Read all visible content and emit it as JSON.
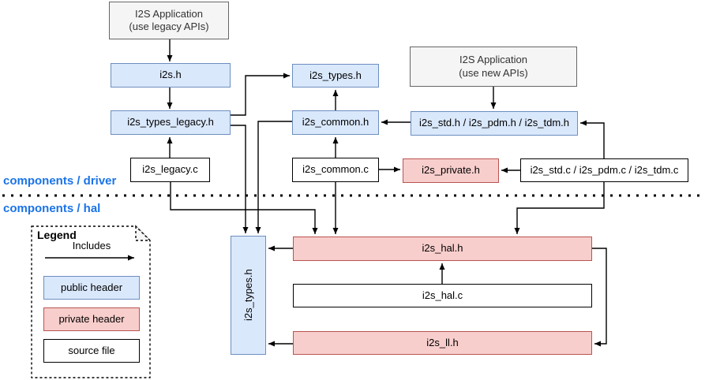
{
  "diagram": {
    "sections": {
      "driver": "components / driver",
      "hal": "components / hal"
    },
    "nodes": {
      "app_legacy_line1": "I2S Application",
      "app_legacy_line2": "(use legacy APIs)",
      "app_new_line1": "I2S Application",
      "app_new_line2": "(use new APIs)",
      "i2s_h": "i2s.h",
      "i2s_types_legacy_h": "i2s_types_legacy.h",
      "i2s_legacy_c": "i2s_legacy.c",
      "i2s_types_h_driver": "i2s_types.h",
      "i2s_common_h": "i2s_common.h",
      "i2s_common_c": "i2s_common.c",
      "i2s_std_pdm_tdm_h": "i2s_std.h / i2s_pdm.h / i2s_tdm.h",
      "i2s_private_h": "i2s_private.h",
      "i2s_std_pdm_tdm_c": "i2s_std.c / i2s_pdm.c / i2s_tdm.c",
      "i2s_types_h_hal": "i2s_types.h",
      "i2s_hal_h": "i2s_hal.h",
      "i2s_hal_c": "i2s_hal.c",
      "i2s_ll_h": "i2s_ll.h"
    },
    "legend": {
      "title": "Legend",
      "includes_label": "Includes",
      "public_header": "public header",
      "private_header": "private header",
      "source_file": "source file"
    },
    "colors": {
      "public_fill": "#dae8fc",
      "public_border": "#6c8ebf",
      "private_fill": "#f8cecc",
      "private_border": "#b85450",
      "app_fill": "#f5f5f5",
      "app_border": "#666666",
      "source_fill": "#ffffff",
      "source_border": "#000000",
      "section_label_color": "#1a73e8",
      "edge_color": "#000000"
    }
  }
}
